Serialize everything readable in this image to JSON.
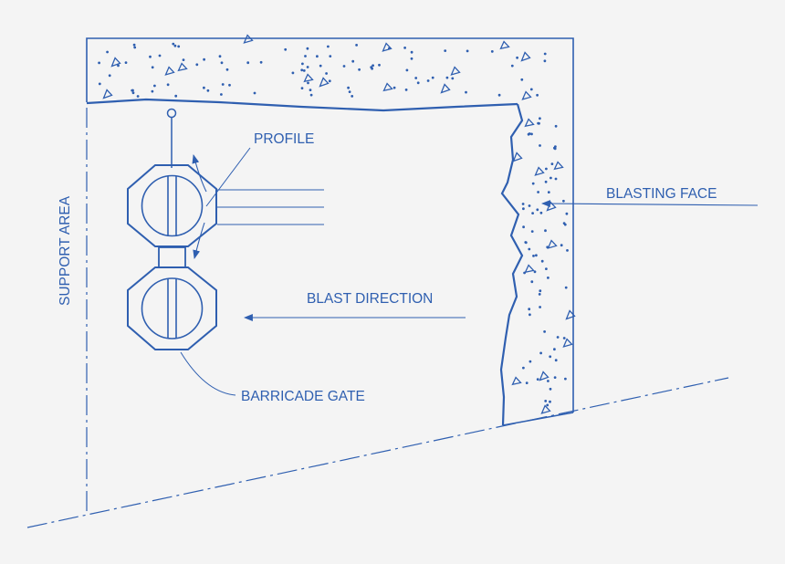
{
  "labels": {
    "profile": "PROFILE",
    "blasting_face": "BLASTING FACE",
    "blast_direction": "BLAST DIRECTION",
    "barricade_gate": "BARRICADE GATE",
    "support_area": "SUPPORT AREA"
  },
  "colors": {
    "line": "#2f5fb0",
    "label": "#2f5fb0",
    "background": "#f4f4f4"
  }
}
